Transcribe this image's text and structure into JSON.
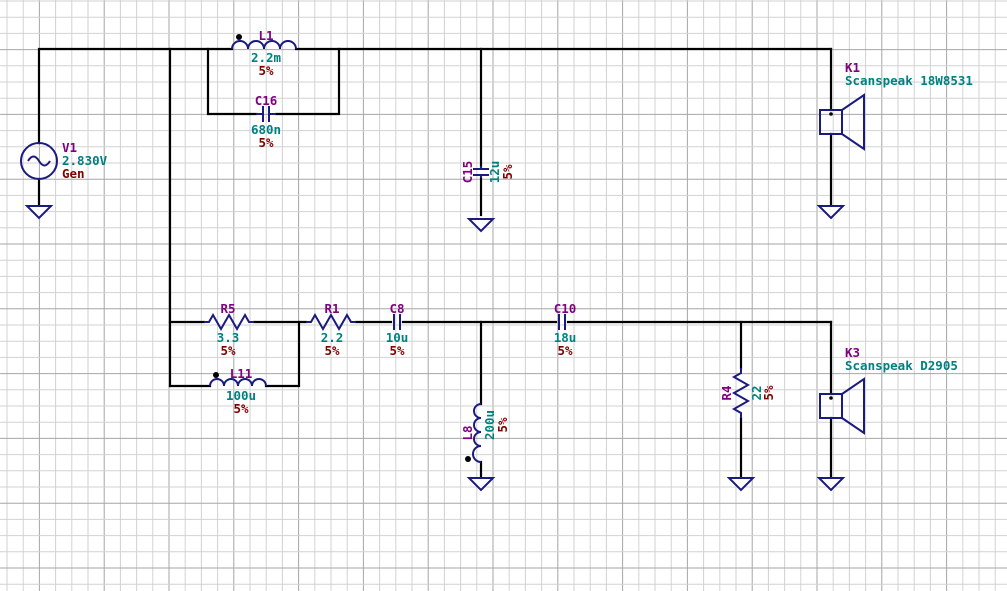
{
  "colors": {
    "designator": "#800080",
    "value": "#008080",
    "tolerance": "#800000",
    "symbol": "#1a1a80",
    "wire": "#000000",
    "grid_minor": "#d2d2d2",
    "grid_major": "#a6a6a6"
  },
  "components": {
    "L1": {
      "ref": "L1",
      "value": "2.2m",
      "tol": "5%"
    },
    "C16": {
      "ref": "C16",
      "value": "680n",
      "tol": "5%"
    },
    "V1": {
      "ref": "V1",
      "value": "2.830V",
      "tol": "Gen"
    },
    "C15": {
      "ref": "C15",
      "value": "12u",
      "tol": "5%"
    },
    "K1": {
      "ref": "K1",
      "value": "Scanspeak 18W8531"
    },
    "R5": {
      "ref": "R5",
      "value": "3.3",
      "tol": "5%"
    },
    "R1": {
      "ref": "R1",
      "value": "2.2",
      "tol": "5%"
    },
    "C8": {
      "ref": "C8",
      "value": "10u",
      "tol": "5%"
    },
    "C10": {
      "ref": "C10",
      "value": "18u",
      "tol": "5%"
    },
    "L11": {
      "ref": "L11",
      "value": "100u",
      "tol": "5%"
    },
    "L8": {
      "ref": "L8",
      "value": "200u",
      "tol": "5%"
    },
    "R4": {
      "ref": "R4",
      "value": "22",
      "tol": "5%"
    },
    "K3": {
      "ref": "K3",
      "value": "Scanspeak D2905"
    }
  }
}
